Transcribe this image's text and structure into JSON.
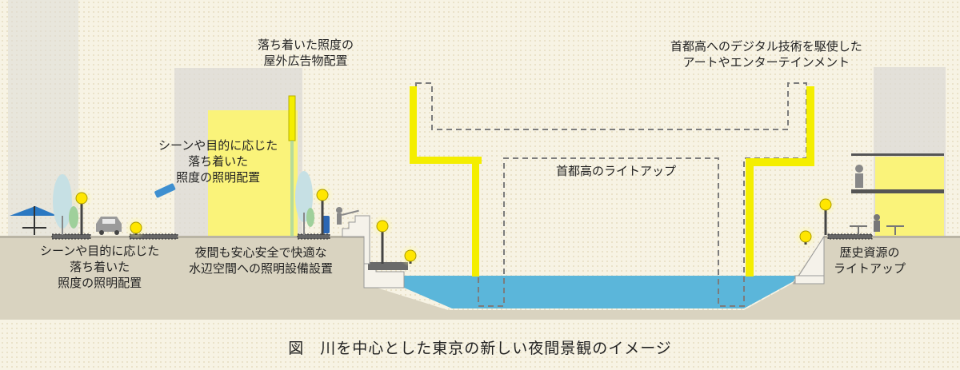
{
  "labels": {
    "ad_lighting": [
      "落ち着いた照度の",
      "屋外広告物配置"
    ],
    "highway_art": [
      "首都高へのデジタル技術を駆使した",
      "アートやエンターテインメント"
    ],
    "scene_lighting_upper": [
      "シーンや目的に応じた",
      "落ち着いた",
      "照度の照明配置"
    ],
    "highway_lightup": "首都高のライトアップ",
    "scene_lighting_lower": [
      "シーンや目的に応じた",
      "落ち着いた",
      "照度の照明配置"
    ],
    "safe_waterfront": [
      "夜間も安心安全で快適な",
      "水辺空間への照明設備設置"
    ],
    "historic_lightup": [
      "歴史資源の",
      "ライトアップ"
    ]
  },
  "caption": "図　川を中心とした東京の新しい夜間景観のイメージ",
  "colors": {
    "background": "#f7f3e4",
    "ground": "#d9d3c0",
    "building": "#dcdad6",
    "light_yellow": "#faf37a",
    "bright_yellow": "#f4ee00",
    "water": "#5bb6da",
    "lamp": "#ffe600",
    "tree": "#c6e0e4",
    "dash": "#7c7c7c"
  }
}
